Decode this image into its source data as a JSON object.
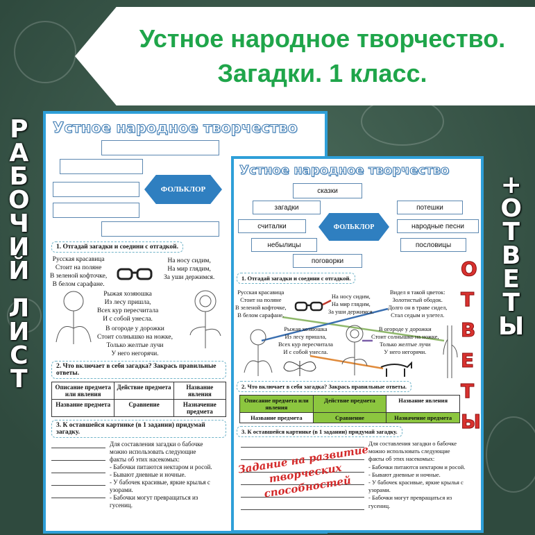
{
  "banner": {
    "line1": "Устное народное творчество.",
    "line2": "Загадки. 1 класс."
  },
  "left_label": [
    "Р",
    "А",
    "Б",
    "О",
    "Ч",
    "И",
    "Й",
    "",
    "Л",
    "И",
    "С",
    "Т"
  ],
  "right_label": [
    "+",
    "О",
    "Т",
    "В",
    "Е",
    "Т",
    "Ы"
  ],
  "answers_stamp": [
    "О",
    "Т",
    "В",
    "Е",
    "Т",
    "Ы"
  ],
  "worksheet": {
    "title": "Устное народное творчество",
    "center": "ФОЛЬКЛОР",
    "genres": [
      "сказки",
      "загадки",
      "потешки",
      "считалки",
      "народные песни",
      "небылицы",
      "пословицы",
      "поговорки"
    ],
    "task1": "1. Отгадай загадки и соедини с отгадкой.",
    "riddles": [
      [
        "Русская красавица",
        "Стоит на поляне",
        "В зеленой кофточке,",
        "В белом сарафане."
      ],
      [
        "На носу сидим,",
        "На мир глядим,",
        "За уши держимся."
      ],
      [
        "Видел я такой цветок:",
        "Золотистый ободок.",
        "Долго он в траве сидел,",
        "Стал седым и улетел."
      ],
      [
        "Рыжая хозяюшка",
        "Из лесу пришла,",
        "Всех кур пересчитала",
        "И с собой унесла."
      ],
      [
        "В огороде у дорожки",
        "Стоит солнышко на ножке,",
        "Только желтые лучи",
        "У него негорячи."
      ]
    ],
    "task2": "2. Что включает в себя загадка? Закрась правильные ответы.",
    "table": [
      [
        "Описание предмета или явления",
        "Действие предмета",
        "Название явления"
      ],
      [
        "Название предмета",
        "Сравнение",
        "Назначение предмета"
      ]
    ],
    "answer_cells": [
      [
        true,
        true,
        false
      ],
      [
        false,
        true,
        true
      ]
    ],
    "task3": "3. К оставшейся картинке (в 1 задании) придумай загадку.",
    "facts": [
      "Для составления загадки о бабочке",
      "можно использовать следующие",
      "факты об этих насекомых:",
      "- Бабочки питаются нектаром и росой.",
      "- Бывают дневные и ночные.",
      "- У бабочек красивые, яркие крылья с",
      "узорами.",
      "- Бабочки могут превращаться из",
      "гусениц."
    ],
    "creative_note": [
      "Задание на развитие",
      "творческих",
      "способностей"
    ]
  },
  "colors": {
    "accent": "#1fa54a",
    "border": "#2e9fd8",
    "answer": "#8cc63f",
    "red": "#d9322f"
  }
}
